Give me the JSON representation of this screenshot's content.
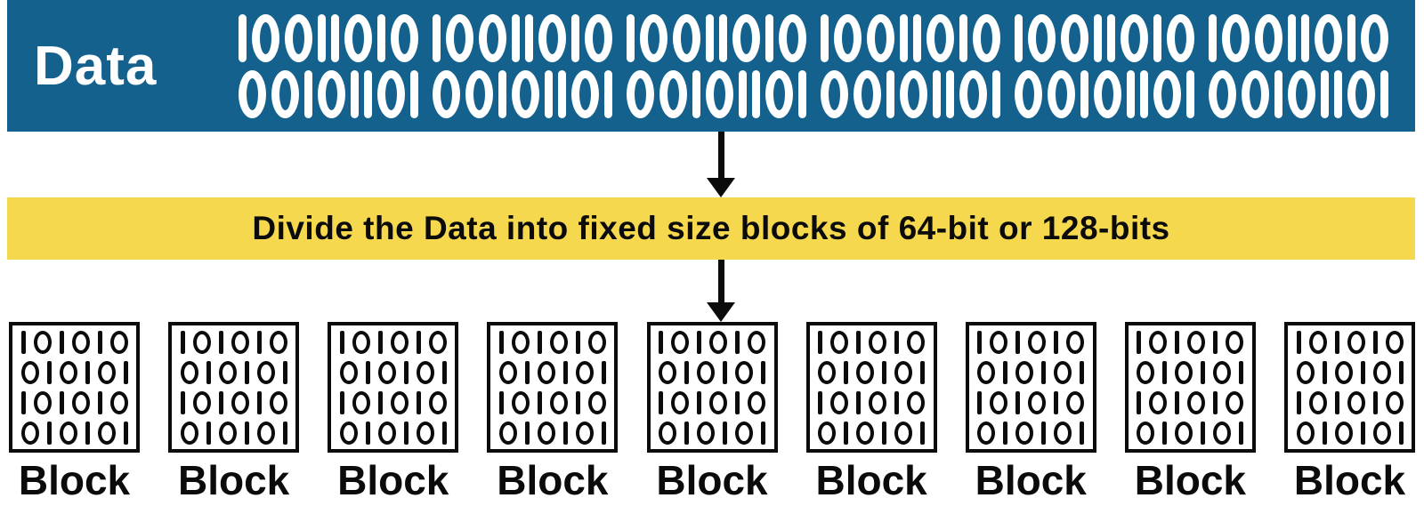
{
  "colors": {
    "banner_blue": "#15618D",
    "banner_yellow": "#F6D84F",
    "ink": "#0B0B0B",
    "bit_white": "#FFFFFF",
    "background": "#FFFFFF"
  },
  "data_banner": {
    "label": "Data",
    "binary_rows": [
      "10011010 10011010 10011010 10011010 10011010 10011010",
      "00101101 00101101 00101101 00101101 00101101 00101101"
    ]
  },
  "arrows": [
    {
      "direction": "down"
    },
    {
      "direction": "down"
    }
  ],
  "instruction_banner": {
    "text": "Divide the Data into fixed size blocks of 64-bit or 128-bits"
  },
  "blocks": {
    "bit_rows": [
      "101010",
      "010101",
      "101010",
      "010101"
    ],
    "items": [
      {
        "label": "Block"
      },
      {
        "label": "Block"
      },
      {
        "label": "Block"
      },
      {
        "label": "Block"
      },
      {
        "label": "Block"
      },
      {
        "label": "Block"
      },
      {
        "label": "Block"
      },
      {
        "label": "Block"
      },
      {
        "label": "Block"
      }
    ]
  }
}
